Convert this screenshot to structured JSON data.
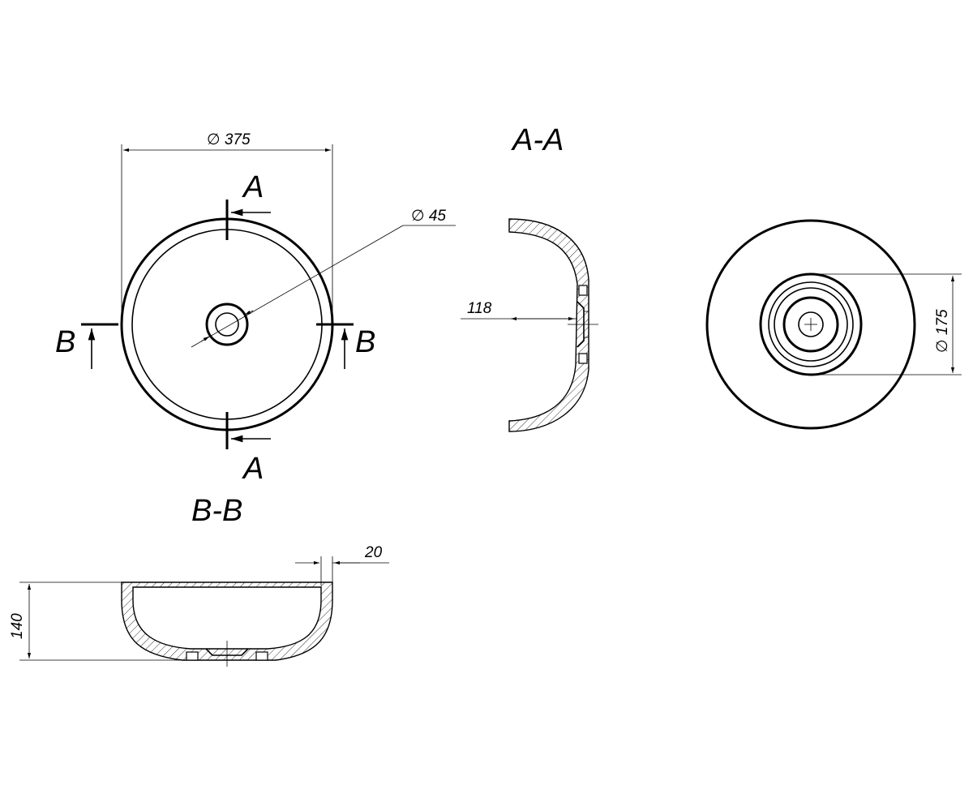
{
  "top_view": {
    "diameter_label": "∅ 375",
    "drain_label": "∅ 45",
    "section_a_top": "A",
    "section_a_bottom": "A",
    "section_b_left": "B",
    "section_b_right": "B"
  },
  "section_aa": {
    "title": "A-A",
    "depth_label": "118"
  },
  "bottom_view": {
    "diameter_label": "∅ 175"
  },
  "section_bb": {
    "title": "B-B",
    "wall_label": "20",
    "height_label": "140"
  }
}
